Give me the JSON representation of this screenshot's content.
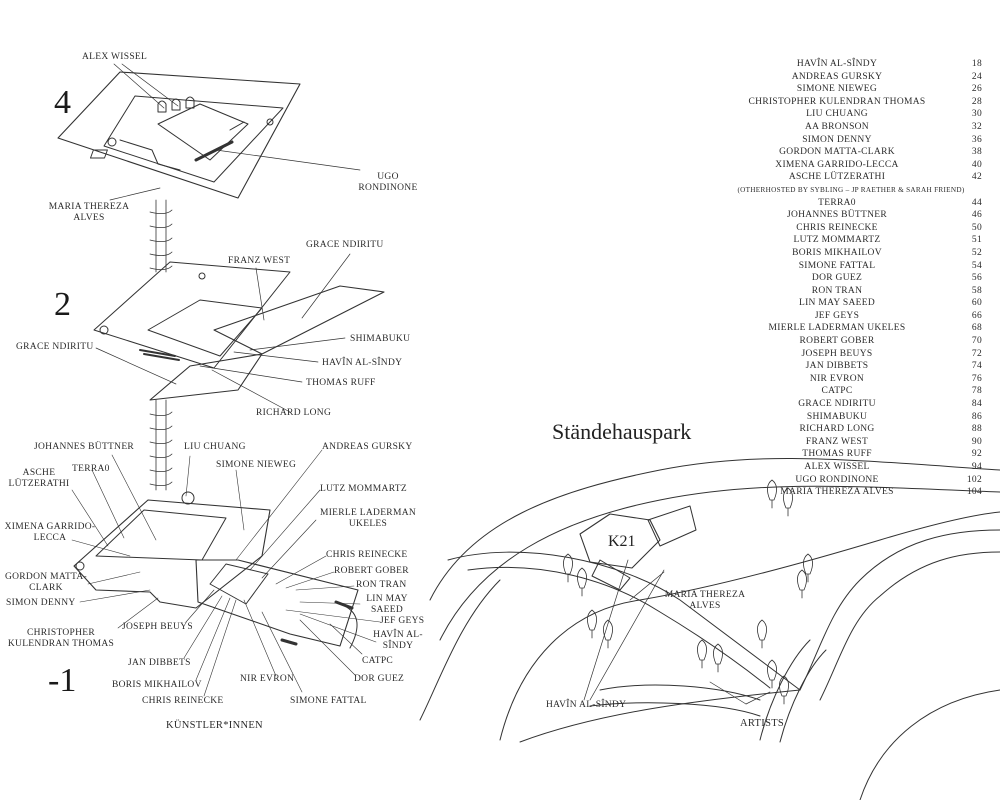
{
  "floors": {
    "top": "4",
    "middle": "2",
    "bottom": "-1"
  },
  "floor_4_labels": {
    "alex_wissel": "ALEX WISSEL",
    "ugo_rondinone": "UGO RONDINONE",
    "maria_thereza_alves": "MARIA THEREZA ALVES"
  },
  "floor_2_labels": {
    "grace_ndiritu_top": "GRACE NDIRITU",
    "franz_west": "FRANZ WEST",
    "shimabuku": "SHIMABUKU",
    "havin_al_sindy": "HAVÎN AL-SÎNDY",
    "thomas_ruff": "THOMAS RUFF",
    "richard_long": "RICHARD LONG",
    "grace_ndiritu_left": "GRACE NDIRITU"
  },
  "floor_minus1_labels": {
    "johannes_buttner": "JOHANNES BÜTTNER",
    "liu_chuang": "LIU CHUANG",
    "andreas_gursky": "ANDREAS GURSKY",
    "asche_lutzerathi": "ASCHE LÜTZERATHI",
    "terra0": "TERRA0",
    "simone_nieweg": "SIMONE NIEWEG",
    "lutz_mommartz": "LUTZ MOMMARTZ",
    "mierle_laderman_ukeles": "MIERLE LADERMAN UKELES",
    "ximena_garrido_lecca": "XIMENA GARRIDO-LECCA",
    "chris_reinecke_right": "CHRIS REINECKE",
    "robert_gober": "ROBERT GOBER",
    "gordon_matta_clark": "GORDON MATTA-CLARK",
    "ron_tran": "RON TRAN",
    "simon_denny": "SIMON DENNY",
    "lin_may_saeed": "LIN MAY SAEED",
    "jef_geys": "JEF GEYS",
    "christopher_kulendran_thomas": "CHRISTOPHER KULENDRAN THOMAS",
    "joseph_beuys": "JOSEPH BEUYS",
    "havin_al_sindy": "HAVÎN AL-SÎNDY",
    "catpc": "CATPC",
    "jan_dibbets": "JAN DIBBETS",
    "nir_evron": "NIR EVRON",
    "dor_guez": "DOR GUEZ",
    "boris_mikhailov": "BORIS MIKHAILOV",
    "chris_reinecke_bottom": "CHRIS REINECKE",
    "simone_fattal": "SIMONE FATTAL"
  },
  "footer_label": "KÜNSTLER*INNEN",
  "park": {
    "title": "Ständehauspark",
    "building": "K21",
    "maria_thereza_alves": "MARIA THEREZA ALVES",
    "havin_al_sindy": "HAVÎN AL-SÎNDY",
    "artists": "ARTISTS"
  },
  "index": [
    {
      "name": "HAVÎN AL-SÎNDY",
      "page": "18"
    },
    {
      "name": "ANDREAS GURSKY",
      "page": "24"
    },
    {
      "name": "SIMONE NIEWEG",
      "page": "26"
    },
    {
      "name": "CHRISTOPHER KULENDRAN THOMAS",
      "page": "28"
    },
    {
      "name": "LIU CHUANG",
      "page": "30"
    },
    {
      "name": "AA BRONSON",
      "page": "32"
    },
    {
      "name": "SIMON DENNY",
      "page": "36"
    },
    {
      "name": "GORDON MATTA-CLARK",
      "page": "38"
    },
    {
      "name": "XIMENA GARRIDO-LECCA",
      "page": "40"
    },
    {
      "name": "ASCHE LÜTZERATHI",
      "page": "42"
    },
    {
      "name": "(OTHERHOSTED BY SYBLING – JP RAETHER & SARAH FRIEND)",
      "page": ""
    },
    {
      "name": "TERRA0",
      "page": "44"
    },
    {
      "name": "JOHANNES BÜTTNER",
      "page": "46"
    },
    {
      "name": "CHRIS REINECKE",
      "page": "50"
    },
    {
      "name": "LUTZ MOMMARTZ",
      "page": "51"
    },
    {
      "name": "BORIS MIKHAILOV",
      "page": "52"
    },
    {
      "name": "SIMONE FATTAL",
      "page": "54"
    },
    {
      "name": "DOR GUEZ",
      "page": "56"
    },
    {
      "name": "RON TRAN",
      "page": "58"
    },
    {
      "name": "LIN MAY SAEED",
      "page": "60"
    },
    {
      "name": "JEF GEYS",
      "page": "66"
    },
    {
      "name": "MIERLE LADERMAN UKELES",
      "page": "68"
    },
    {
      "name": "ROBERT GOBER",
      "page": "70"
    },
    {
      "name": "JOSEPH BEUYS",
      "page": "72"
    },
    {
      "name": "JAN DIBBETS",
      "page": "74"
    },
    {
      "name": "NIR EVRON",
      "page": "76"
    },
    {
      "name": "CATPC",
      "page": "78"
    },
    {
      "name": "GRACE NDIRITU",
      "page": "84"
    },
    {
      "name": "SHIMABUKU",
      "page": "86"
    },
    {
      "name": "RICHARD LONG",
      "page": "88"
    },
    {
      "name": "FRANZ WEST",
      "page": "90"
    },
    {
      "name": "THOMAS RUFF",
      "page": "92"
    },
    {
      "name": "ALEX WISSEL",
      "page": "94"
    },
    {
      "name": "UGO RONDINONE",
      "page": "102"
    },
    {
      "name": "MARIA THEREZA ALVES",
      "page": "104"
    }
  ]
}
